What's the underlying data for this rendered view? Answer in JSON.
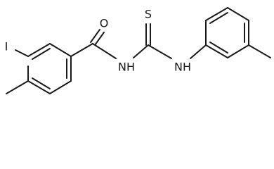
{
  "molecule": {
    "atoms": {
      "iodine": "I",
      "carbonyl_oxygen": "O",
      "thio_sulfur": "S",
      "amide_nh": "NH",
      "thio_nh": "NH"
    }
  }
}
